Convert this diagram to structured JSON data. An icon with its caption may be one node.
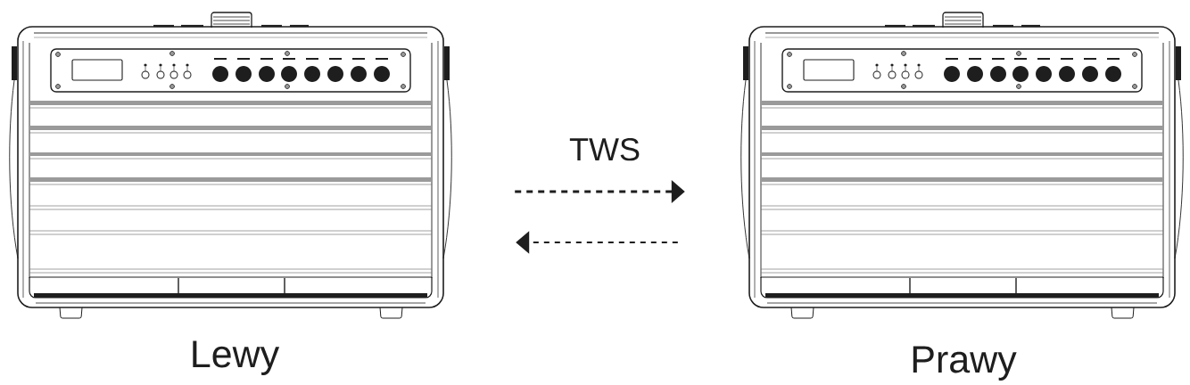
{
  "diagram": {
    "nodes": [
      {
        "text": [],
        "shape": "picture",
        "beside": [
          "Lewy"
        ]
      },
      {
        "text": [],
        "shape": "picture",
        "beside": [
          "Prawy"
        ]
      }
    ],
    "edges": [
      {
        "from": 0,
        "to": 1,
        "arrow": "to",
        "style": "dashed"
      },
      {
        "from": 1,
        "to": 0,
        "arrow": "to",
        "style": "dashed"
      }
    ],
    "labels": [
      "TWS"
    ]
  }
}
